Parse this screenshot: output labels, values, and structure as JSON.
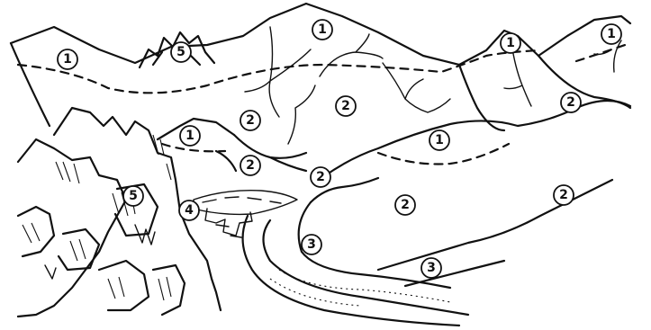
{
  "figure": {
    "zone_labels": [
      {
        "id": "z1-summit-left",
        "text": "1"
      },
      {
        "id": "z1-summit-center",
        "text": "1"
      },
      {
        "id": "z1-summit-right-a",
        "text": "1"
      },
      {
        "id": "z1-summit-right-b",
        "text": "1"
      },
      {
        "id": "z1-mid-left",
        "text": "1"
      },
      {
        "id": "z1-mid-right",
        "text": "1"
      },
      {
        "id": "z2-a",
        "text": "2"
      },
      {
        "id": "z2-b",
        "text": "2"
      },
      {
        "id": "z2-c",
        "text": "2"
      },
      {
        "id": "z2-d",
        "text": "2"
      },
      {
        "id": "z2-e",
        "text": "2"
      },
      {
        "id": "z2-f",
        "text": "2"
      },
      {
        "id": "z2-g",
        "text": "2"
      },
      {
        "id": "z3-a",
        "text": "3"
      },
      {
        "id": "z3-b",
        "text": "3"
      },
      {
        "id": "z4",
        "text": "4"
      },
      {
        "id": "z5-peak",
        "text": "5"
      },
      {
        "id": "z5-cliff",
        "text": "5"
      }
    ]
  }
}
